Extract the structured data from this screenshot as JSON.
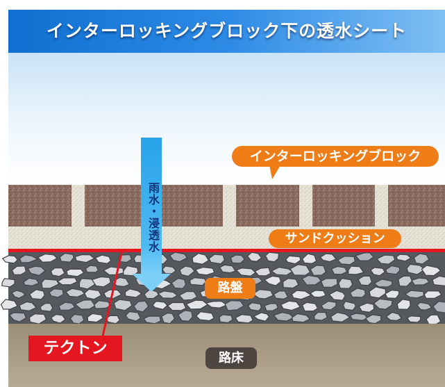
{
  "title": "インターロッキングブロック下の透水シート",
  "labels": {
    "block": "インターロッキングブロック",
    "sand_cushion": "サンドクッション",
    "roadbed": "路盤",
    "subgrade": "路床",
    "tekuton": "テクトン",
    "rainwater": "雨水・浸透水"
  },
  "icons": {
    "rain_arrow": "down-arrow-icon"
  },
  "colors": {
    "header_blue": "#1b7ad9",
    "callout_orange": "#ef7d17",
    "sheet_red": "#e4161f",
    "subgrade_label_bg": "#4d4540",
    "arrow_blue": "#35a8ec",
    "sky_top": "#d9ecfa",
    "soil_brown": "#a89a83"
  }
}
